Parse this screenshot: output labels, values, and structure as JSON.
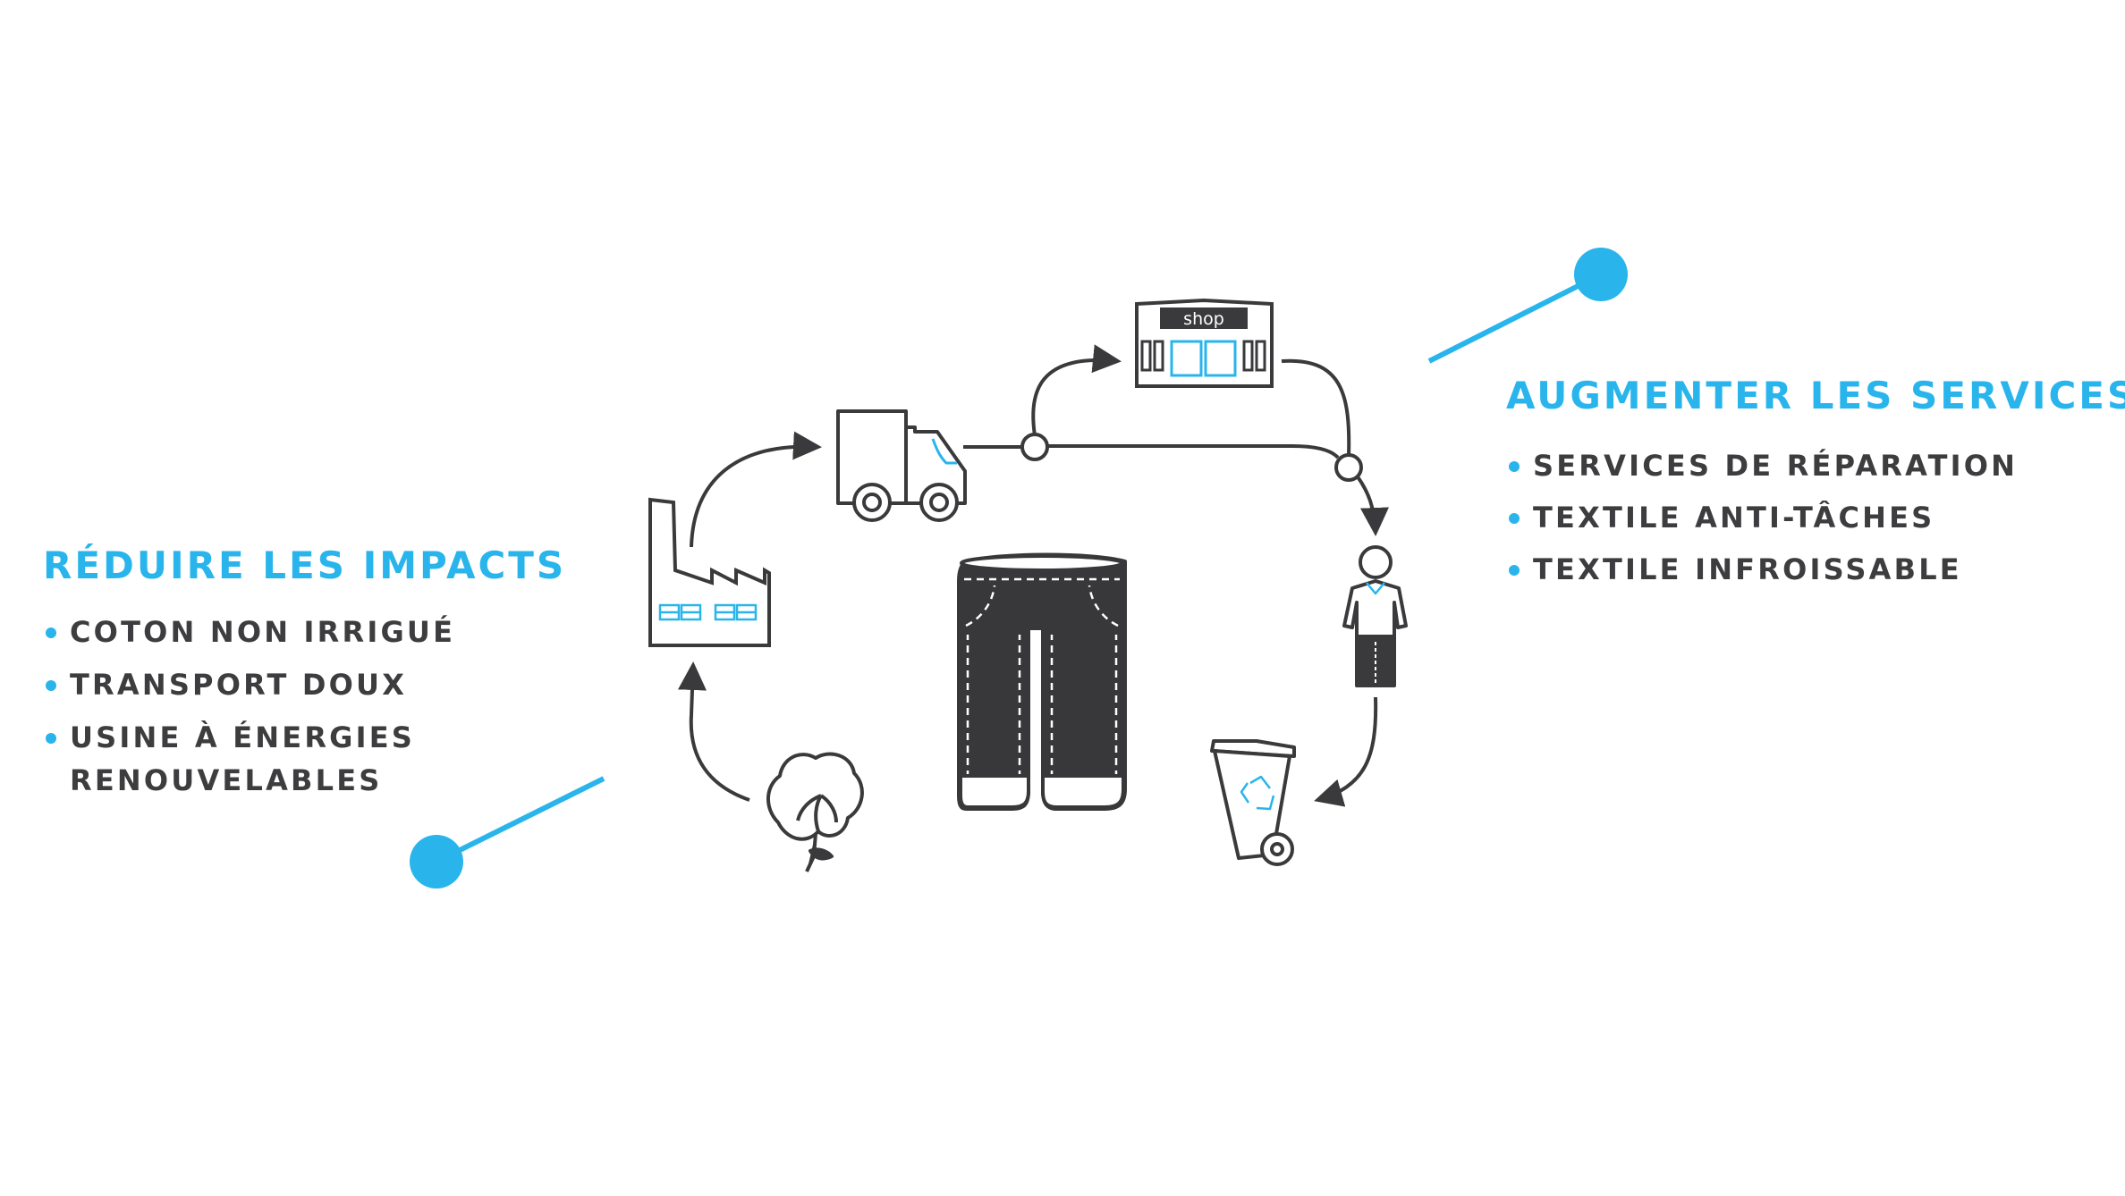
{
  "left_panel": {
    "title": "RÉDUIRE LES IMPACTS",
    "items": [
      "COTON NON IRRIGUÉ",
      "TRANSPORT DOUX",
      "USINE À ÉNERGIES RENOUVELABLES"
    ]
  },
  "right_panel": {
    "title": "AUGMENTER LES SERVICES",
    "items": [
      "SERVICES DE RÉPARATION",
      "TEXTILE ANTI-TÂCHES",
      "TEXTILE INFROISSABLE"
    ]
  },
  "cycle": {
    "shop_sign": "shop",
    "stages": [
      "cotton-icon",
      "factory-icon",
      "truck-icon",
      "shop-icon",
      "person-icon",
      "recycle-bin-icon"
    ],
    "center": "jeans-icon"
  },
  "colors": {
    "accent": "#29b5ec",
    "line": "#3a3a3c",
    "dark_fill": "#38383a"
  }
}
